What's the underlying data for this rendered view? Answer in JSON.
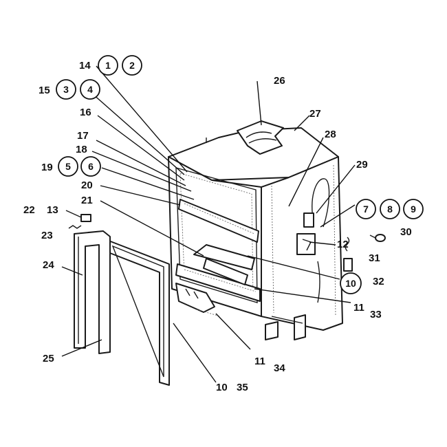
{
  "callouts": {
    "c1": "1",
    "c2": "2",
    "c3": "3",
    "c4": "4",
    "c5": "5",
    "c6": "6",
    "c7": "7",
    "c8": "8",
    "c9": "9",
    "c10": "10"
  },
  "labels": {
    "l10a": "10",
    "l10b": "10",
    "l11a": "11",
    "l11b": "11",
    "l12": "12",
    "l13": "13",
    "l14": "14",
    "l15": "15",
    "l16": "16",
    "l17": "17",
    "l18": "18",
    "l19": "19",
    "l20": "20",
    "l21": "21",
    "l22": "22",
    "l23": "23",
    "l24": "24",
    "l25": "25",
    "l26": "26",
    "l27": "27",
    "l28": "28",
    "l29": "29",
    "l30": "30",
    "l31": "31",
    "l32": "32",
    "l33": "33",
    "l34": "34",
    "l35": "35"
  }
}
